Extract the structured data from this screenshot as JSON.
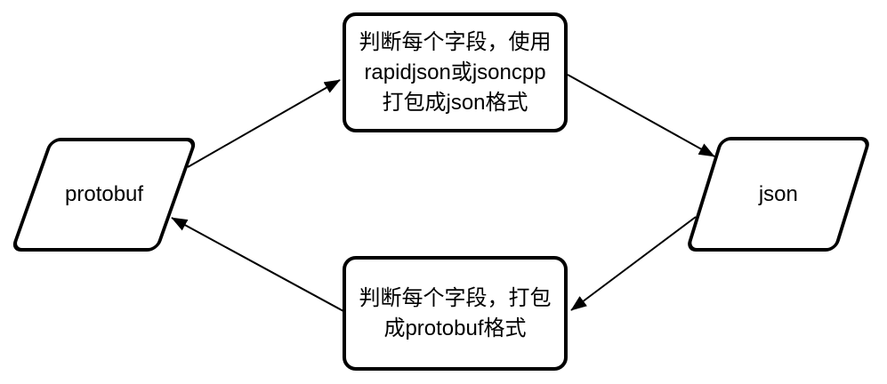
{
  "diagram": {
    "title": "protobuf-json conversion flowchart",
    "colors": {
      "background": "#ffffff",
      "stroke": "#000000",
      "text": "#000000"
    },
    "nodes": {
      "protobuf": {
        "shape": "parallelogram",
        "label": "protobuf"
      },
      "to_json_process": {
        "shape": "rounded-rectangle",
        "lines": [
          "判断每个字段，使用",
          "rapidjson或jsoncpp",
          "打包成json格式"
        ]
      },
      "json": {
        "shape": "parallelogram",
        "label": "json"
      },
      "to_protobuf_process": {
        "shape": "rounded-rectangle",
        "lines": [
          "判断每个字段，打包",
          "成protobuf格式"
        ]
      }
    },
    "edges": [
      {
        "from": "protobuf",
        "to": "to_json_process"
      },
      {
        "from": "to_json_process",
        "to": "json"
      },
      {
        "from": "json",
        "to": "to_protobuf_process"
      },
      {
        "from": "to_protobuf_process",
        "to": "protobuf"
      }
    ]
  }
}
